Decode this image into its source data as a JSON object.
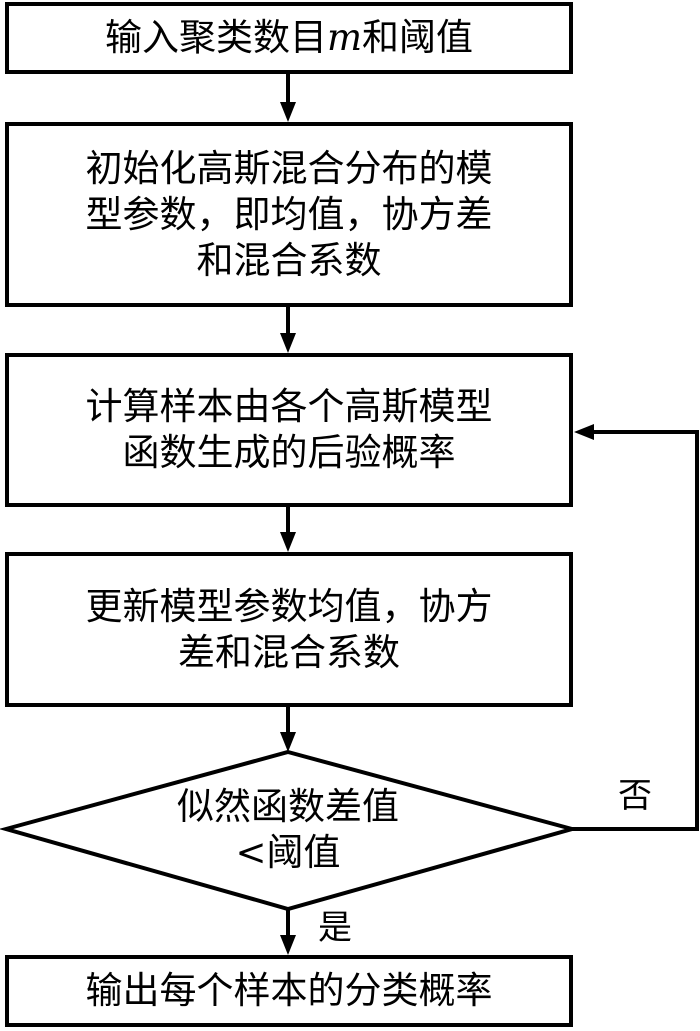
{
  "flowchart": {
    "title": "GMM EM clustering flowchart",
    "steps": [
      {
        "id": "input",
        "text_before": "输入聚类数目",
        "var": "m",
        "text_after": "和阈值"
      },
      {
        "id": "init",
        "lines": [
          "初始化高斯混合分布的模",
          "型参数，即均值，协方差",
          "和混合系数"
        ]
      },
      {
        "id": "e-step",
        "lines": [
          "计算样本由各个高斯模型",
          "函数生成的后验概率"
        ]
      },
      {
        "id": "m-step",
        "lines": [
          "更新模型参数均值，协方",
          "差和混合系数"
        ]
      },
      {
        "id": "output",
        "text": "输出每个样本的分类概率"
      }
    ],
    "decision": {
      "lines": [
        "似然函数差值",
        "<阈值"
      ]
    },
    "labels": {
      "yes": "是",
      "no": "否"
    }
  }
}
